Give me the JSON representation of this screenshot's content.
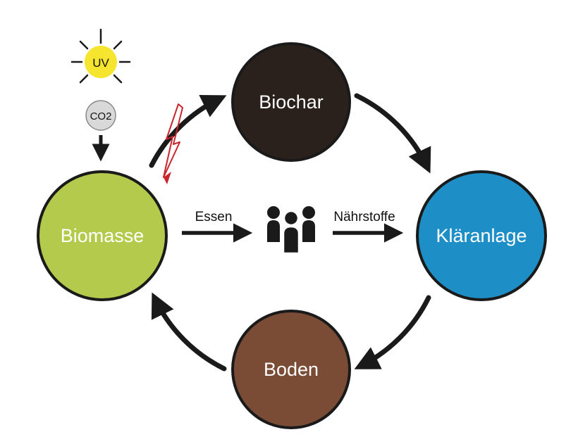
{
  "diagram": {
    "nodes": {
      "biomasse": {
        "label": "Biomasse",
        "color": "#b4ca4c"
      },
      "biochar": {
        "label": "Biochar",
        "color": "#2a211c"
      },
      "klaeranlage": {
        "label": "Kläranlage",
        "color": "#1e8fc6"
      },
      "boden": {
        "label": "Boden",
        "color": "#7b4c35"
      }
    },
    "inputs": {
      "sun": {
        "label": "UV",
        "color": "#f6e52e"
      },
      "co2": {
        "label": "CO2",
        "color": "#d9d9d9"
      }
    },
    "flows": {
      "essen": {
        "label": "Essen"
      },
      "naehrstoffe": {
        "label": "Nährstoffe"
      }
    },
    "style": {
      "arrow_color": "#1a1a1a",
      "outline_color": "#1a1a1a",
      "bolt_color": "#c9252c"
    }
  }
}
